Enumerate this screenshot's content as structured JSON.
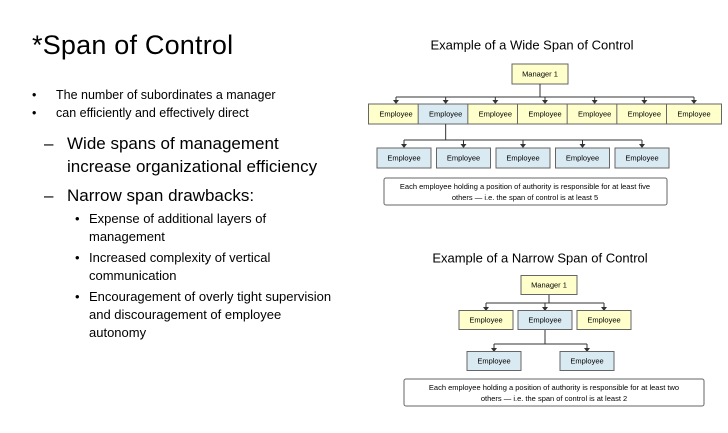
{
  "slide": {
    "title": "*Span of Control",
    "intro_bullets": [
      "The number of subordinates a manager",
      "can efficiently and effectively direct"
    ],
    "points": [
      {
        "text": "Wide spans of management increase organizational efficiency",
        "sub": []
      },
      {
        "text": "Narrow span drawbacks:",
        "sub": [
          "Expense of additional layers of management",
          "Increased complexity of vertical communication",
          "Encouragement of overly tight supervision and discouragement of employee autonomy"
        ]
      }
    ]
  },
  "wide_chart": {
    "title": "Example of a Wide Span of Control",
    "manager": "Manager 1",
    "level1": [
      "Employee",
      "Employee",
      "Employee",
      "Employee",
      "Employee",
      "Employee",
      "Employee"
    ],
    "level2": [
      "Employee",
      "Employee",
      "Employee",
      "Employee",
      "Employee"
    ],
    "note_line1": "Each employee holding a position of authority is responsible for at least five",
    "note_line2": "others — i.e. the span of control is at least 5"
  },
  "narrow_chart": {
    "title": "Example of a Narrow Span of Control",
    "manager": "Manager 1",
    "level1": [
      "Employee",
      "Employee",
      "Employee"
    ],
    "level2": [
      "Employee",
      "Employee"
    ],
    "note_line1": "Each employee holding a position of authority is responsible for at least two",
    "note_line2": "others — i.e. the span of control is at least 2"
  },
  "colors": {
    "yellow_box": "#FFFFCC",
    "blue_box": "#D9EAF2",
    "box_border": "#666666",
    "line": "#333333"
  }
}
